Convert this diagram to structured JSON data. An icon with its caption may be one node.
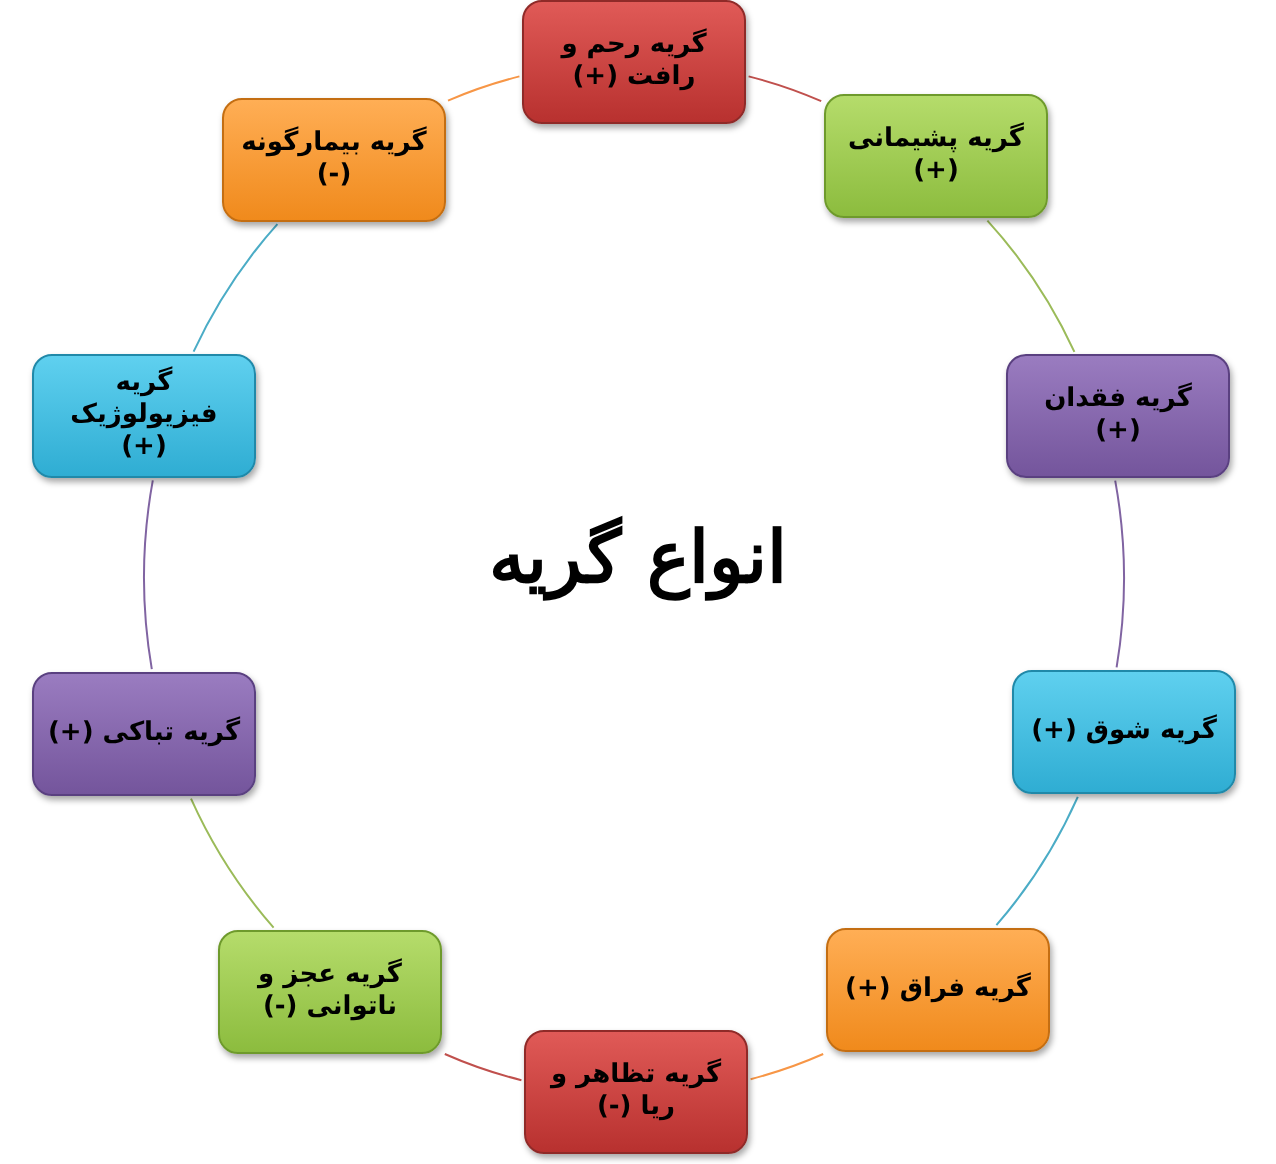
{
  "diagram": {
    "title": "انواع گریه",
    "nodes": [
      {
        "text": [
          "گریه رحم و رافت (+)"
        ]
      },
      {
        "text": [
          "گریه پشیمانی (+)"
        ]
      },
      {
        "text": [
          "گریه فقدان (+)"
        ]
      },
      {
        "text": [
          "گریه شوق (+)"
        ]
      },
      {
        "text": [
          "گریه فراق (+)"
        ]
      },
      {
        "text": [
          "گریه تظاهر و ریا (-)"
        ]
      },
      {
        "text": [
          "گریه عجز و ناتوانی (-)"
        ]
      },
      {
        "text": [
          "گریه تباکی (+)"
        ]
      },
      {
        "text": [
          "گریه فیزیولوژیک (+)"
        ]
      },
      {
        "text": [
          "گریه بیمارگونه (-)"
        ]
      }
    ],
    "edges": [
      {
        "from": 0,
        "to": 1,
        "arrow": "none",
        "color": "#c0504d"
      },
      {
        "from": 1,
        "to": 2,
        "arrow": "none",
        "color": "#9bbb59"
      },
      {
        "from": 2,
        "to": 3,
        "arrow": "none",
        "color": "#8064a2"
      },
      {
        "from": 3,
        "to": 4,
        "arrow": "none",
        "color": "#4bacc6"
      },
      {
        "from": 4,
        "to": 5,
        "arrow": "none",
        "color": "#f79646"
      },
      {
        "from": 5,
        "to": 6,
        "arrow": "none",
        "color": "#c0504d"
      },
      {
        "from": 6,
        "to": 7,
        "arrow": "none",
        "color": "#9bbb59"
      },
      {
        "from": 7,
        "to": 8,
        "arrow": "none",
        "color": "#8064a2"
      },
      {
        "from": 8,
        "to": 9,
        "arrow": "none",
        "color": "#4bacc6"
      },
      {
        "from": 9,
        "to": 0,
        "arrow": "none",
        "color": "#f79646"
      }
    ]
  }
}
